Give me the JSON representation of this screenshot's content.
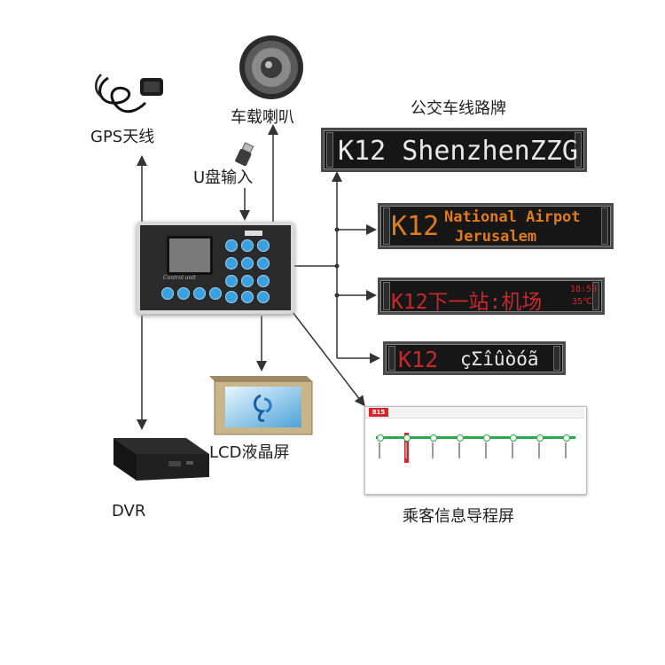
{
  "labels": {
    "gps": "GPS天线",
    "speaker": "车载喇叭",
    "usb": "U盘输入",
    "bus_route_sign": "公交车线路牌",
    "lcd": "LCD液晶屏",
    "dvr": "DVR",
    "passenger_info": "乘客信息导程屏"
  },
  "signs": {
    "sign1": "K12 ShenzhenZZG",
    "sign2_route": "K12",
    "sign2_line1": "National Airpot",
    "sign2_line2": "Jerusalem",
    "sign3_main": "K12下一站:机场",
    "sign3_time": "18:59",
    "sign3_temp": "35℃",
    "sign4_route": "K12",
    "sign4_text": "çƩîûòóã"
  },
  "controller": {
    "brand": "Control unit"
  },
  "passenger_screen": {
    "route_badge": "815"
  },
  "colors": {
    "sign_white_text": "#e8e8e8",
    "sign_orange_text": "#e07a1a",
    "sign_red_text": "#c8282d",
    "connector": "#333333",
    "route_red": "#d9262b",
    "route_green": "#2aa84a"
  }
}
